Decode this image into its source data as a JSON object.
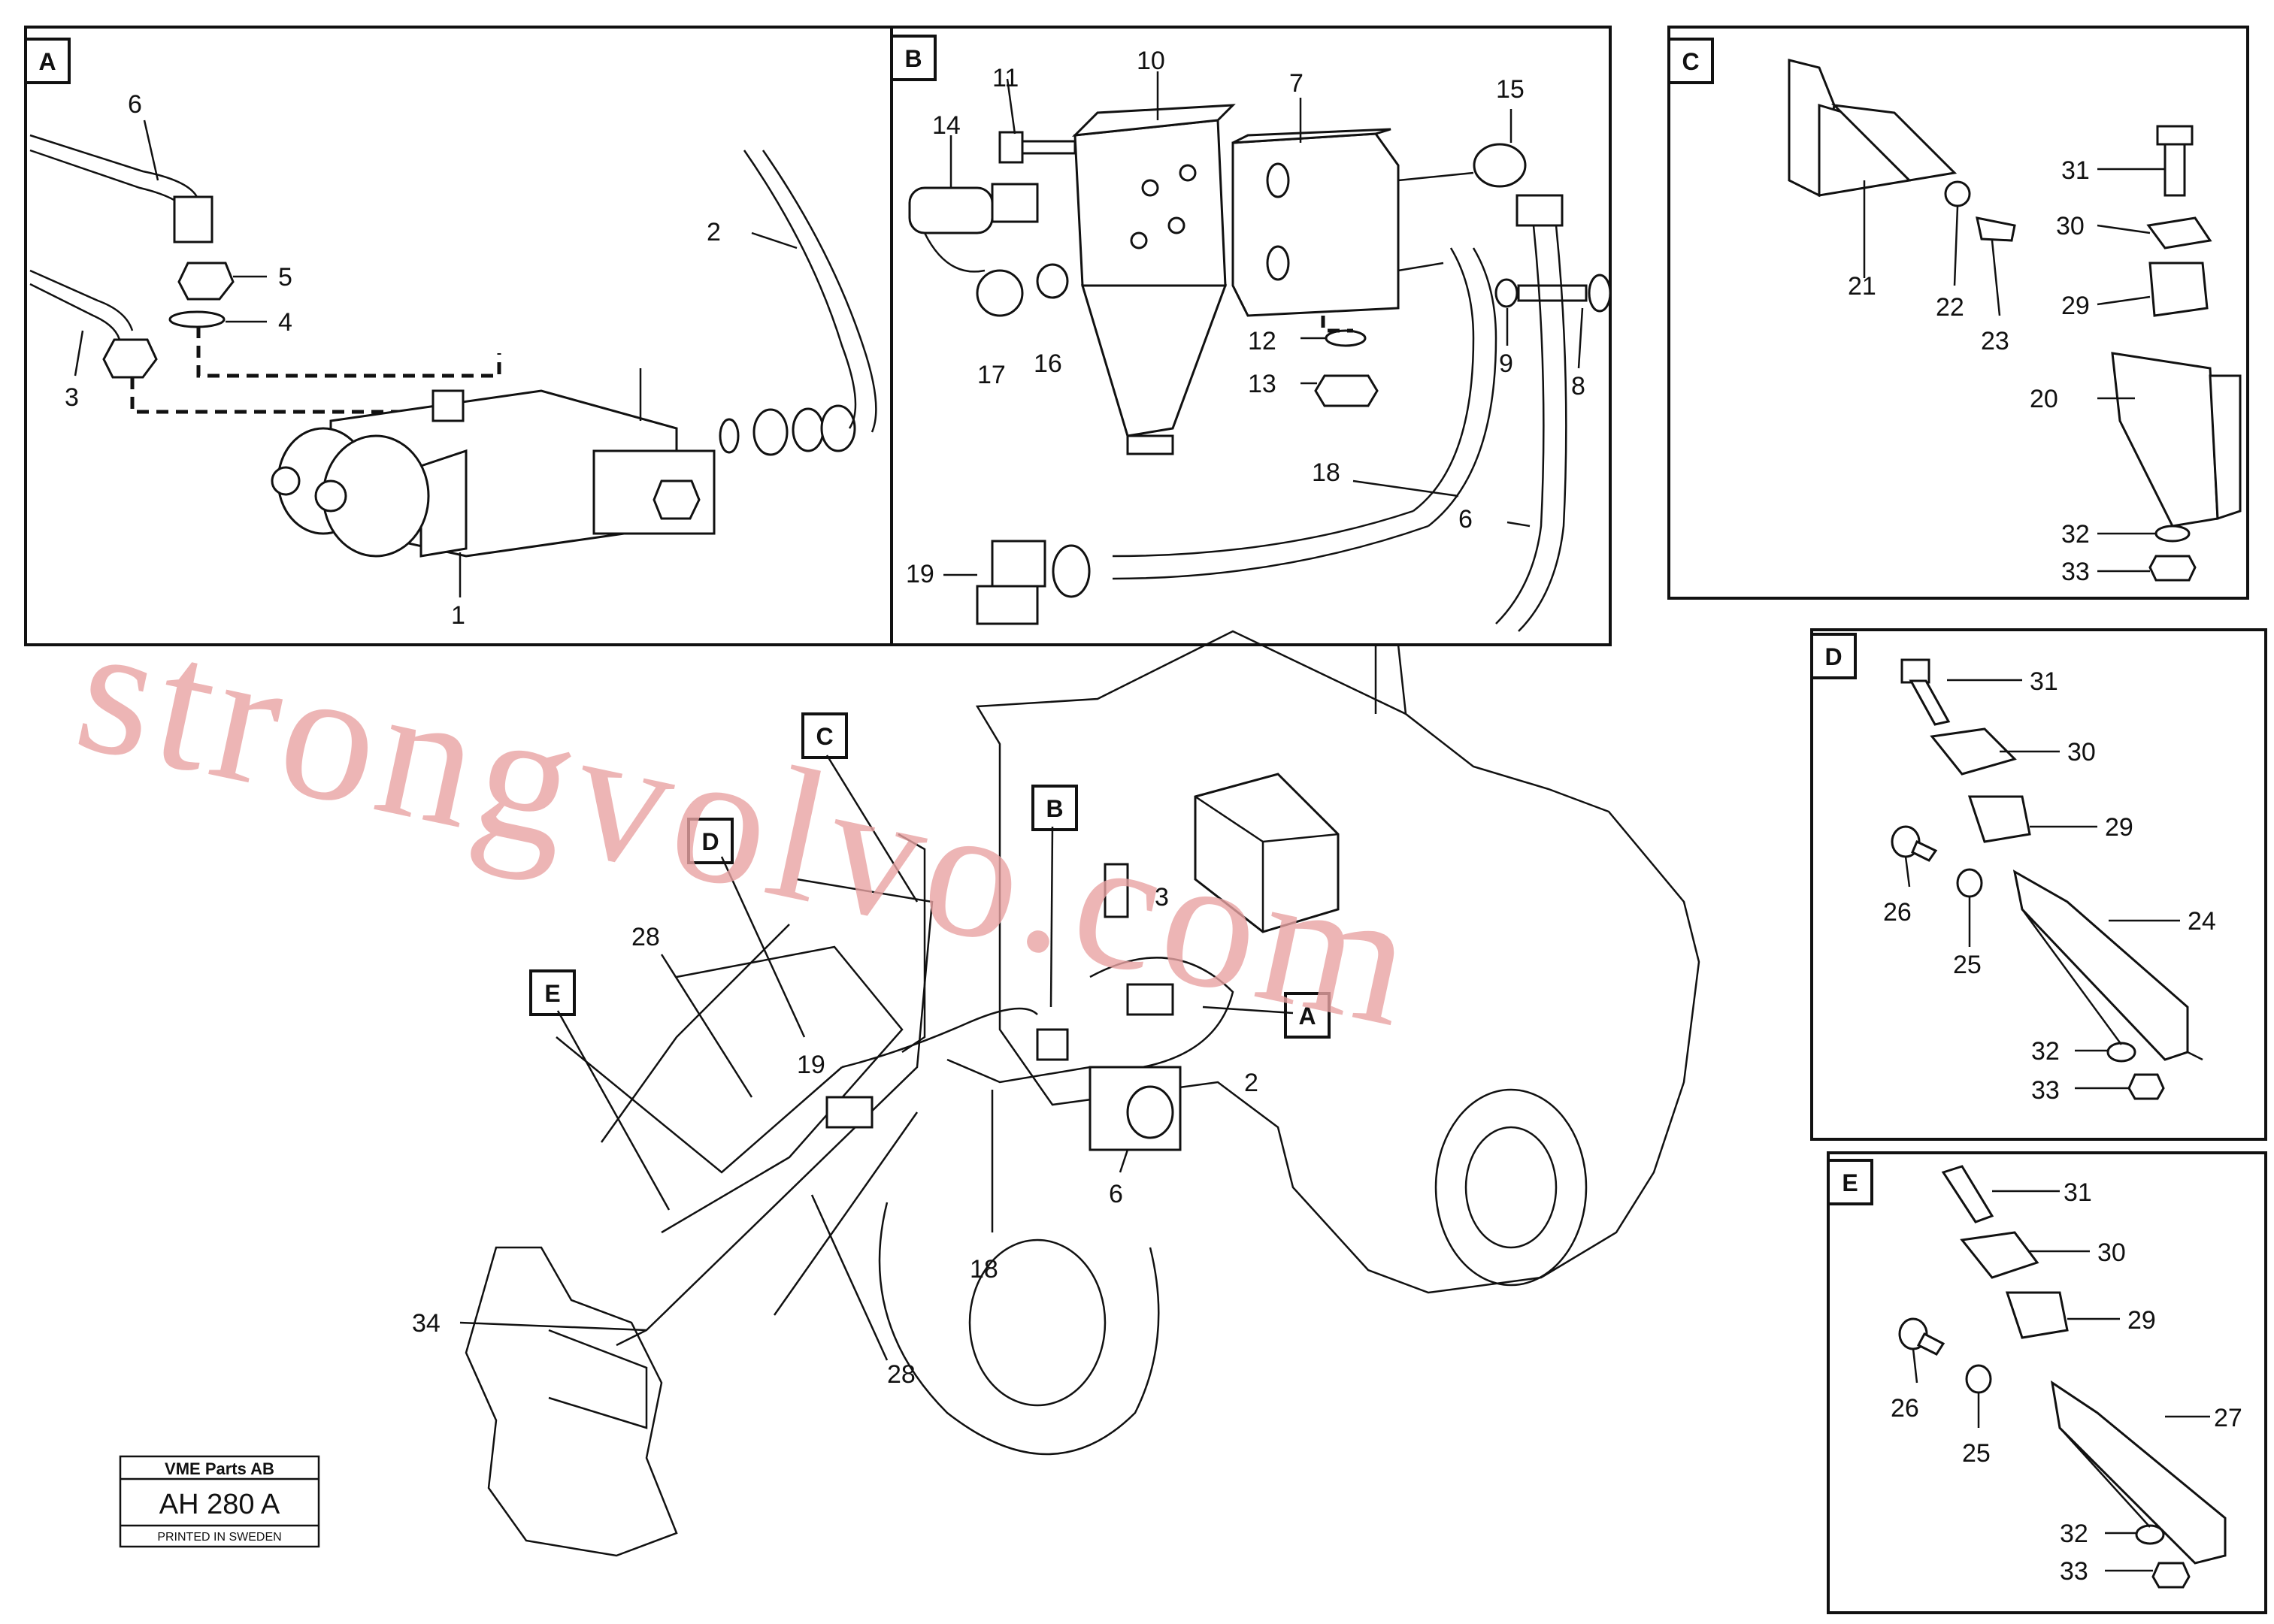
{
  "panels": {
    "A": {
      "tag": "A",
      "callouts": [
        "6",
        "2",
        "5",
        "4",
        "3",
        "1"
      ]
    },
    "B": {
      "tag": "B",
      "callouts": [
        "10",
        "7",
        "11",
        "14",
        "15",
        "17",
        "16",
        "12",
        "13",
        "9",
        "8",
        "18",
        "6",
        "19"
      ]
    },
    "C": {
      "tag": "C",
      "callouts": [
        "31",
        "30",
        "29",
        "20",
        "21",
        "22",
        "23",
        "32",
        "33"
      ]
    },
    "D": {
      "tag": "D",
      "callouts": [
        "31",
        "30",
        "29",
        "26",
        "25",
        "24",
        "32",
        "33"
      ]
    },
    "E": {
      "tag": "E",
      "callouts": [
        "31",
        "30",
        "29",
        "26",
        "25",
        "27",
        "32",
        "33"
      ]
    }
  },
  "main": {
    "tags": {
      "C": "C",
      "D": "D",
      "B": "B",
      "E": "E",
      "A": "A"
    },
    "callouts": {
      "c3": "3",
      "c28a": "28",
      "c19": "19",
      "c2": "2",
      "c6": "6",
      "c18": "18",
      "c34": "34",
      "c28b": "28"
    }
  },
  "stamp": {
    "company": "VME Parts AB",
    "code": "AH 280 A",
    "printed": "PRINTED IN SWEDEN"
  },
  "watermark": "strongvolvo.com"
}
